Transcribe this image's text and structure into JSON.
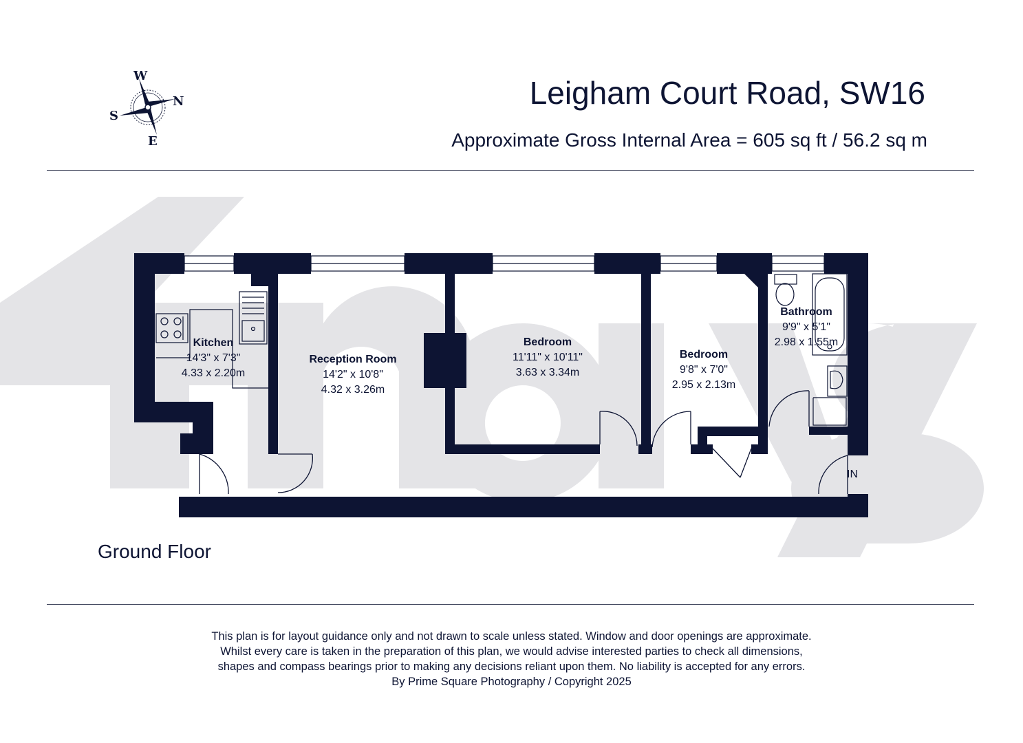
{
  "header": {
    "title": "Leigham Court Road, SW16",
    "area": "Approximate Gross Internal Area = 605 sq ft / 56.2 sq m"
  },
  "compass": {
    "w": "W",
    "n": "N",
    "s": "S",
    "e": "E"
  },
  "floor": {
    "name": "Ground Floor"
  },
  "rooms": [
    {
      "name": "Kitchen",
      "imperial": "14'3\" x 7'3\"",
      "metric": "4.33 x 2.20m"
    },
    {
      "name": "Reception Room",
      "imperial": "14'2\" x 10'8\"",
      "metric": "4.32 x 3.26m"
    },
    {
      "name": "Bedroom",
      "imperial": "11'11\" x 10'11\"",
      "metric": "3.63 x 3.34m"
    },
    {
      "name": "Bedroom",
      "imperial": "9'8\" x 7'0\"",
      "metric": "2.95 x 2.13m"
    },
    {
      "name": "Bathroom",
      "imperial": "9'9\" x 5'1\"",
      "metric": "2.98 x 1.55m"
    }
  ],
  "entrance": {
    "label": "IN"
  },
  "disclaimer": {
    "line1": "This plan is for layout guidance only and not drawn to scale unless stated. Window and door openings are approximate.",
    "line2": "Whilst every care is taken in the preparation of this plan, we would advise interested parties to check all dimensions,",
    "line3": "shapes and compass bearings prior to making any decisions reliant upon them. No liability is accepted for any errors.",
    "line4": "By Prime Square Photography / Copyright 2025"
  },
  "colors": {
    "wall": "#0d1433",
    "watermark": "#e4e4e7",
    "text": "#0d1433"
  }
}
